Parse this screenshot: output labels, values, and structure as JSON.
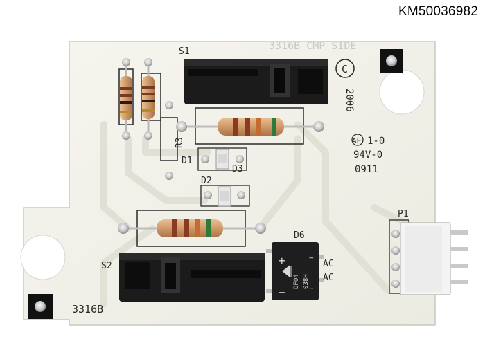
{
  "part_number": "KM50036982",
  "silkscreen": {
    "board_side": "3316B CMP SIDE",
    "copyright_mark": "C",
    "year": "2006",
    "switch_1": "S1",
    "switch_2": "S2",
    "resistor_3": "R3",
    "diode_1": "D1",
    "diode_2": "D2",
    "diode_3": "D3",
    "diode_6": "D6",
    "connector": "P1",
    "ul_mark": "AE",
    "ul_code": "1-0",
    "flammability": "94V-0",
    "date_code": "0911",
    "board_id": "3316B",
    "ac_1": "AC",
    "ac_2": "AC",
    "plus": "+",
    "minus": "−",
    "bridge_part": "DF04",
    "bridge_code": "038H"
  },
  "colors": {
    "board": "#f3f2ea",
    "component_black": "#1a1a1a",
    "resistor_body": "#d8a878",
    "connector_white": "#f4f4f4"
  }
}
